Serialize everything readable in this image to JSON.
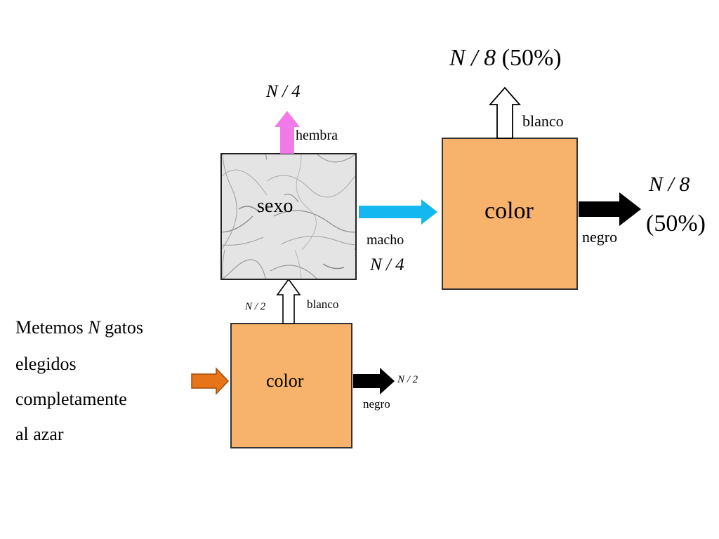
{
  "intro": {
    "line1_prefix": "Metemos",
    "line1_var": "N",
    "line1_suffix": "gatos",
    "line2": "elegidos",
    "line3": "completamente",
    "line4": "al azar"
  },
  "stage1": {
    "box_label": "color",
    "up_label": "blanco",
    "up_value": "N / 2",
    "right_label": "negro",
    "right_value": "N / 2"
  },
  "stage2": {
    "box_label": "sexo",
    "up_label": "hembra",
    "up_value": "N / 4",
    "right_label": "macho",
    "right_value": "N / 4"
  },
  "stage3": {
    "box_label": "color",
    "up_label": "blanco",
    "up_value": "N / 8",
    "up_percent": "(50%)",
    "right_label": "negro",
    "right_value": "N / 8",
    "right_percent": "(50%)"
  },
  "colors": {
    "color_box_fill": "#f7b26b",
    "marble_fill": "#e6e6e6",
    "input_arrow": "#e8741a",
    "hembra_arrow": "#f27ae8",
    "macho_arrow": "#14b7ef",
    "negro_arrow": "#000000",
    "blanco_arrow": "#ffffff"
  }
}
